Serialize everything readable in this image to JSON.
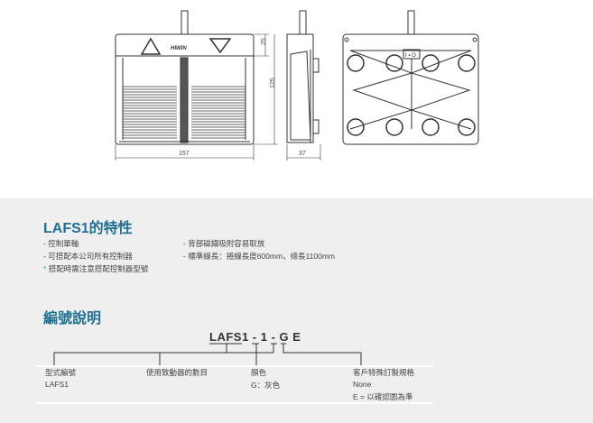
{
  "drawing": {
    "dim_width": "157",
    "dim_top": "25",
    "dim_height": "125",
    "dim_depth": "37",
    "brand": "HIWIN",
    "switch_label": "I ▪ O"
  },
  "features": {
    "title": "LAFS1的特性",
    "left": [
      "- 控制單軸",
      "- 可搭配本公司所有控制器"
    ],
    "note_mark": "*",
    "note": "搭配時需注意搭配控制器型號",
    "right": [
      "- 背部磁鐵吸附容易取放",
      "- 標準線長：捲線長度600mm，總長1100mm"
    ]
  },
  "ordering": {
    "title": "編號說明",
    "code": {
      "model": "LAFS1",
      "sep1": " - ",
      "count": "1",
      "sep2": " - ",
      "color": "G",
      "custom": "E"
    },
    "fields": [
      {
        "label": "型式編號",
        "values": [
          "LAFS1"
        ]
      },
      {
        "label": "使用致動器的數目",
        "values": []
      },
      {
        "label": "顏色",
        "values": [
          "G：灰色"
        ]
      },
      {
        "label": "客戶特殊訂製規格",
        "values": [
          "None",
          "E = 以確認圖為準"
        ]
      }
    ]
  }
}
